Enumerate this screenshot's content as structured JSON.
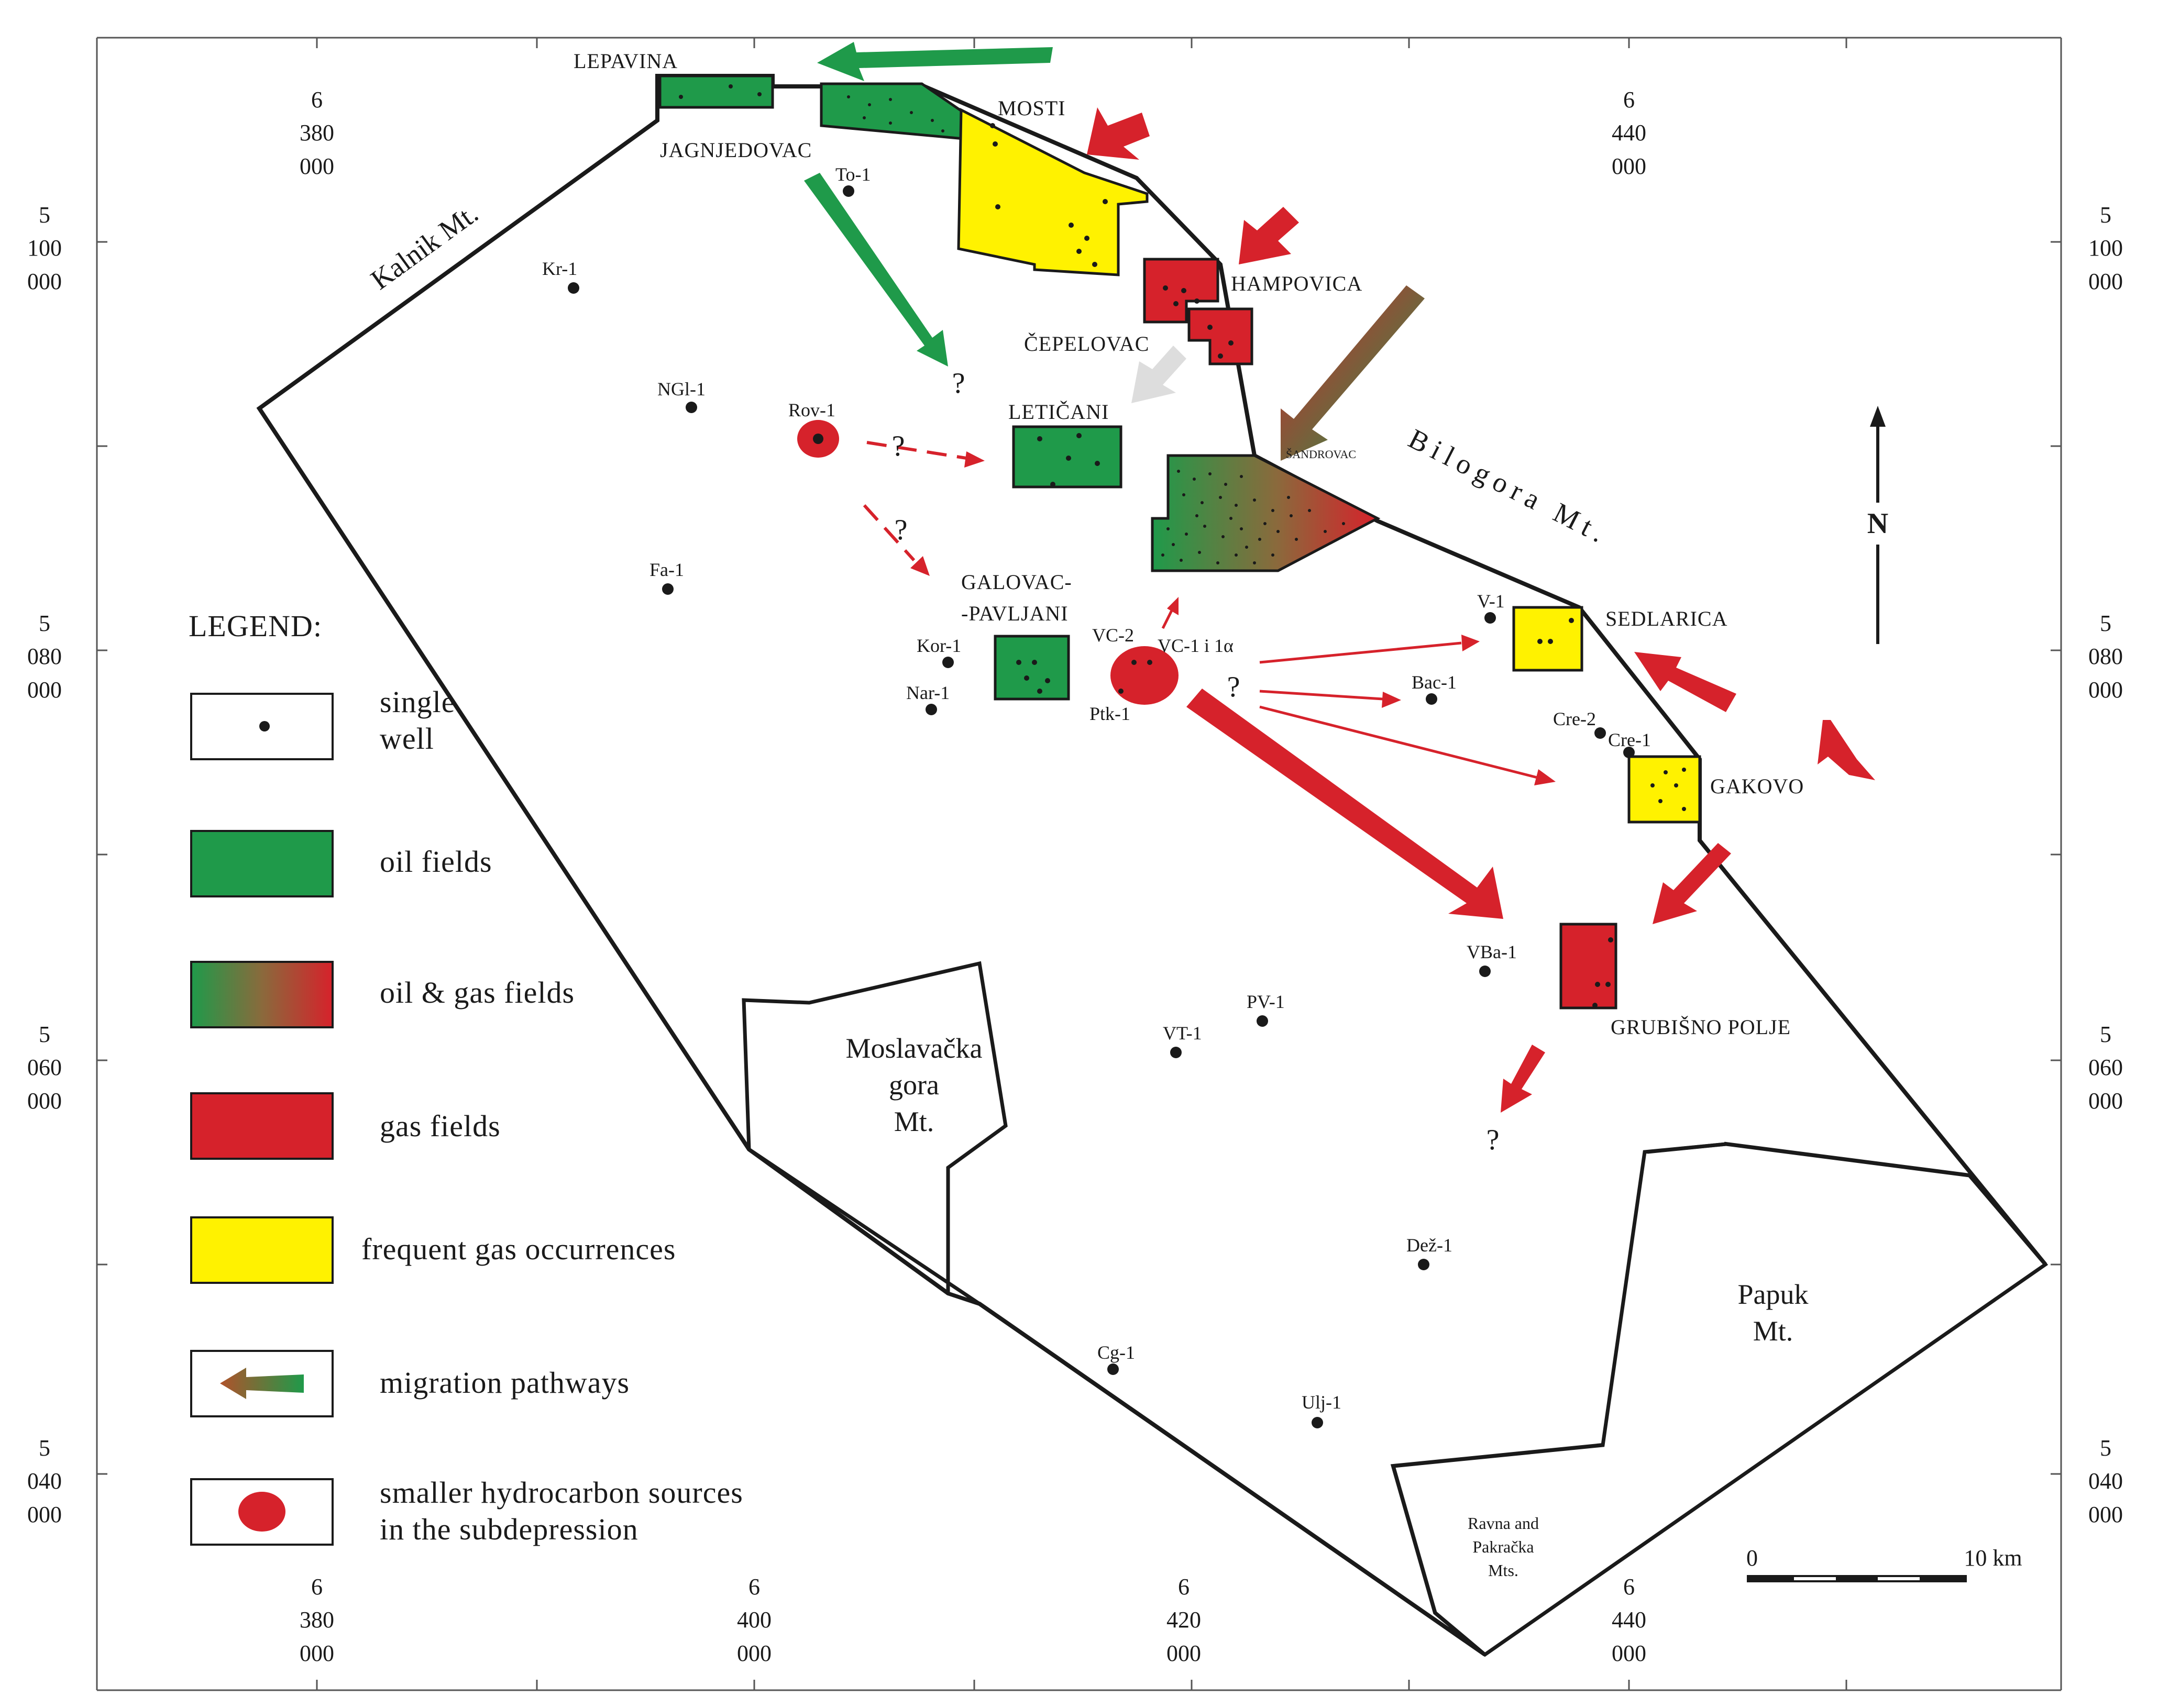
{
  "coords": {
    "top_x": [
      {
        "l1": "6",
        "l2": "380",
        "l3": "000"
      },
      {
        "l1": "6",
        "l2": "440",
        "l3": "000"
      }
    ],
    "bottom_x": [
      {
        "l1": "6",
        "l2": "380",
        "l3": "000"
      },
      {
        "l1": "6",
        "l2": "400",
        "l3": "000"
      },
      {
        "l1": "6",
        "l2": "420",
        "l3": "000"
      },
      {
        "l1": "6",
        "l2": "440",
        "l3": "000"
      }
    ],
    "left_y": [
      {
        "l1": "5",
        "l2": "100",
        "l3": "000"
      },
      {
        "l1": "5",
        "l2": "080",
        "l3": "000"
      },
      {
        "l1": "5",
        "l2": "060",
        "l3": "000"
      },
      {
        "l1": "5",
        "l2": "040",
        "l3": "000"
      }
    ],
    "right_y": [
      {
        "l1": "5",
        "l2": "100",
        "l3": "000"
      },
      {
        "l1": "5",
        "l2": "080",
        "l3": "000"
      },
      {
        "l1": "5",
        "l2": "060",
        "l3": "000"
      },
      {
        "l1": "5",
        "l2": "040",
        "l3": "000"
      }
    ]
  },
  "mountains": {
    "kalnik": "Kalnik Mt.",
    "bilogora": "Bilogora Mt.",
    "moslavacka": [
      "Moslavačka",
      "gora",
      "Mt."
    ],
    "papuk": [
      "Papuk",
      "Mt."
    ],
    "ravna": [
      "Ravna and",
      "Pakračka",
      "Mts."
    ]
  },
  "fields": {
    "lepavina": "LEPAVINA",
    "jagnjedovac": "JAGNJEDOVAC",
    "mosti": "MOSTI",
    "hampovica": "HAMPOVICA",
    "cepelovac": "ČEPELOVAC",
    "letičani": "LETIČANI",
    "sandrovac": "ŠANDROVAC",
    "galovac_1": "GALOVAC-",
    "galovac_2": "-PAVLJANI",
    "sedlarica": "SEDLARICA",
    "gakovo": "GAKOVO",
    "grubisno": "GRUBIŠNO POLJE"
  },
  "wells": {
    "to1": "To-1",
    "kr1": "Kr-1",
    "ngl1": "NGl-1",
    "rov1": "Rov-1",
    "fa1": "Fa-1",
    "kor1": "Kor-1",
    "nar1": "Nar-1",
    "vc2": "VC-2",
    "vc1": "VC-1 i 1α",
    "ptk1": "Ptk-1",
    "v1": "V-1",
    "bac1": "Bac-1",
    "cre2": "Cre-2",
    "cre1": "Cre-1",
    "vba1": "VBa-1",
    "pv1": "PV-1",
    "vt1": "VT-1",
    "dez1": "Dež-1",
    "cg1": "Cg-1",
    "ulj1": "Ulj-1"
  },
  "question_mark": "?",
  "north": "N",
  "scale": {
    "start": "0",
    "end": "10 km"
  },
  "legend": {
    "title": "LEGEND:",
    "single_well": [
      "single",
      "well"
    ],
    "oil": "oil fields",
    "oil_gas": "oil & gas fields",
    "gas": "gas fields",
    "gas_occ": "frequent gas occurrences",
    "migration": "migration pathways",
    "sources": [
      "smaller hydrocarbon sources",
      "in the subdepression"
    ]
  },
  "colors": {
    "oil": "#1f9a4a",
    "gas": "#d6222b",
    "gas_occurrence": "#fff200",
    "migration_green": "#1f9a4a",
    "migration_red": "#d6222b",
    "outline": "#1a1a1a"
  }
}
